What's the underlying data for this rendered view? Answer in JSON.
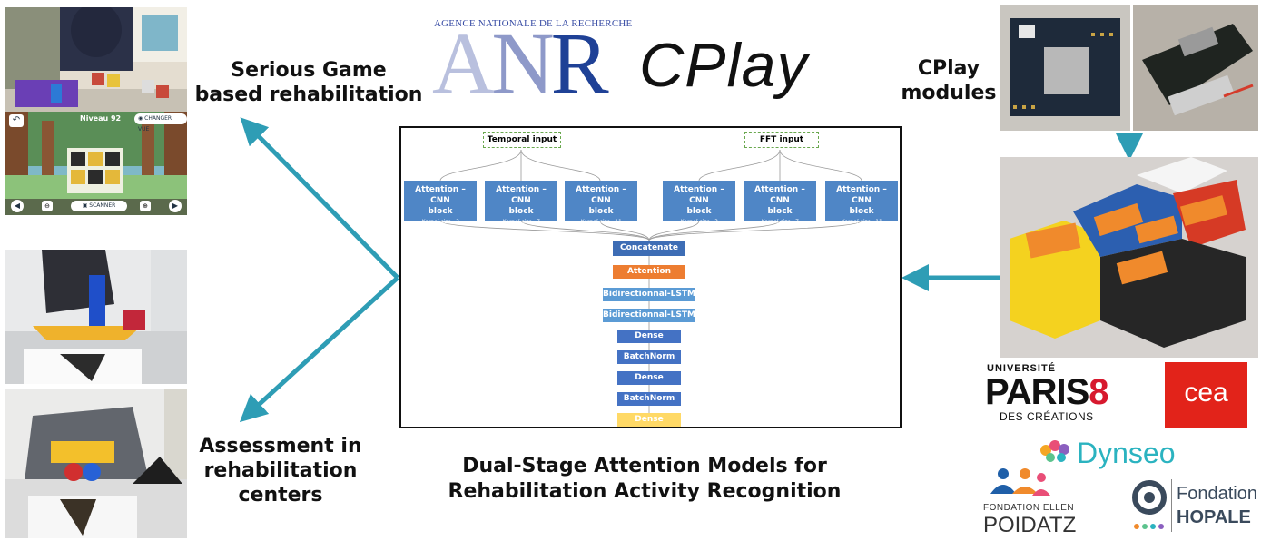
{
  "logo": {
    "agency": "AGENCE NATIONALE DE LA RECHERCHE",
    "anr_a": "A",
    "anr_n": "N",
    "anr_r": "R",
    "project": "CPlay"
  },
  "labels": {
    "serious_game_line1": "Serious Game",
    "serious_game_line2": "based rehabilitation",
    "assessment_line1": "Assessment in",
    "assessment_line2": "rehabilitation",
    "assessment_line3": "centers",
    "cplay_modules_line1": "CPlay",
    "cplay_modules_line2": "modules",
    "title_line1": "Dual-Stage Attention Models for",
    "title_line2": "Rehabilitation Activity Recognition"
  },
  "game_ui": {
    "level": "Niveau 92",
    "change_view": "CHANGER VUE",
    "scanner": "SCANNER"
  },
  "diagram": {
    "temporal_input": "Temporal input",
    "fft_input": "FFT input",
    "blocks": [
      {
        "title": "Attention – CNN",
        "title2": "block",
        "kernel": "Kernel size=3"
      },
      {
        "title": "Attention – CNN",
        "title2": "block",
        "kernel": "Kernel size=7"
      },
      {
        "title": "Attention – CNN",
        "title2": "block",
        "kernel": "Kernel size=11"
      },
      {
        "title": "Attention – CNN",
        "title2": "block",
        "kernel": "Kernel size=3"
      },
      {
        "title": "Attention – CNN",
        "title2": "block",
        "kernel": "Kernel size=7"
      },
      {
        "title": "Attention – CNN",
        "title2": "block",
        "kernel": "Kernel size=11"
      }
    ],
    "layers": [
      {
        "label": "Concatenate",
        "color": "#3d6db5"
      },
      {
        "label": "Attention",
        "color": "#ed7d31"
      },
      {
        "label": "Bidirectionnal-LSTM",
        "color": "#5b9bd5"
      },
      {
        "label": "Bidirectionnal-LSTM",
        "color": "#5b9bd5"
      },
      {
        "label": "Dense",
        "color": "#4472c4"
      },
      {
        "label": "BatchNorm",
        "color": "#4472c4"
      },
      {
        "label": "Dense",
        "color": "#4472c4"
      },
      {
        "label": "BatchNorm",
        "color": "#4472c4"
      },
      {
        "label": "Dense",
        "color": "#ffd966"
      }
    ]
  },
  "partners": {
    "paris8_top": "UNIVERSITÉ",
    "paris8_name": "PARIS",
    "paris8_num": "8",
    "paris8_sub": "DES CRÉATIONS",
    "cea": "cea",
    "dynseo": "Dynseo",
    "ellen_line1": "FONDATION ELLEN",
    "ellen_line2": "POIDATZ",
    "hopale_line1": "Fondation",
    "hopale_line2": "HOPALE"
  },
  "colors": {
    "arrow": "#2e9db5",
    "anr_blue": "#1f4196",
    "cea_red": "#e2231a",
    "dynseo_teal": "#2bb3c0"
  }
}
